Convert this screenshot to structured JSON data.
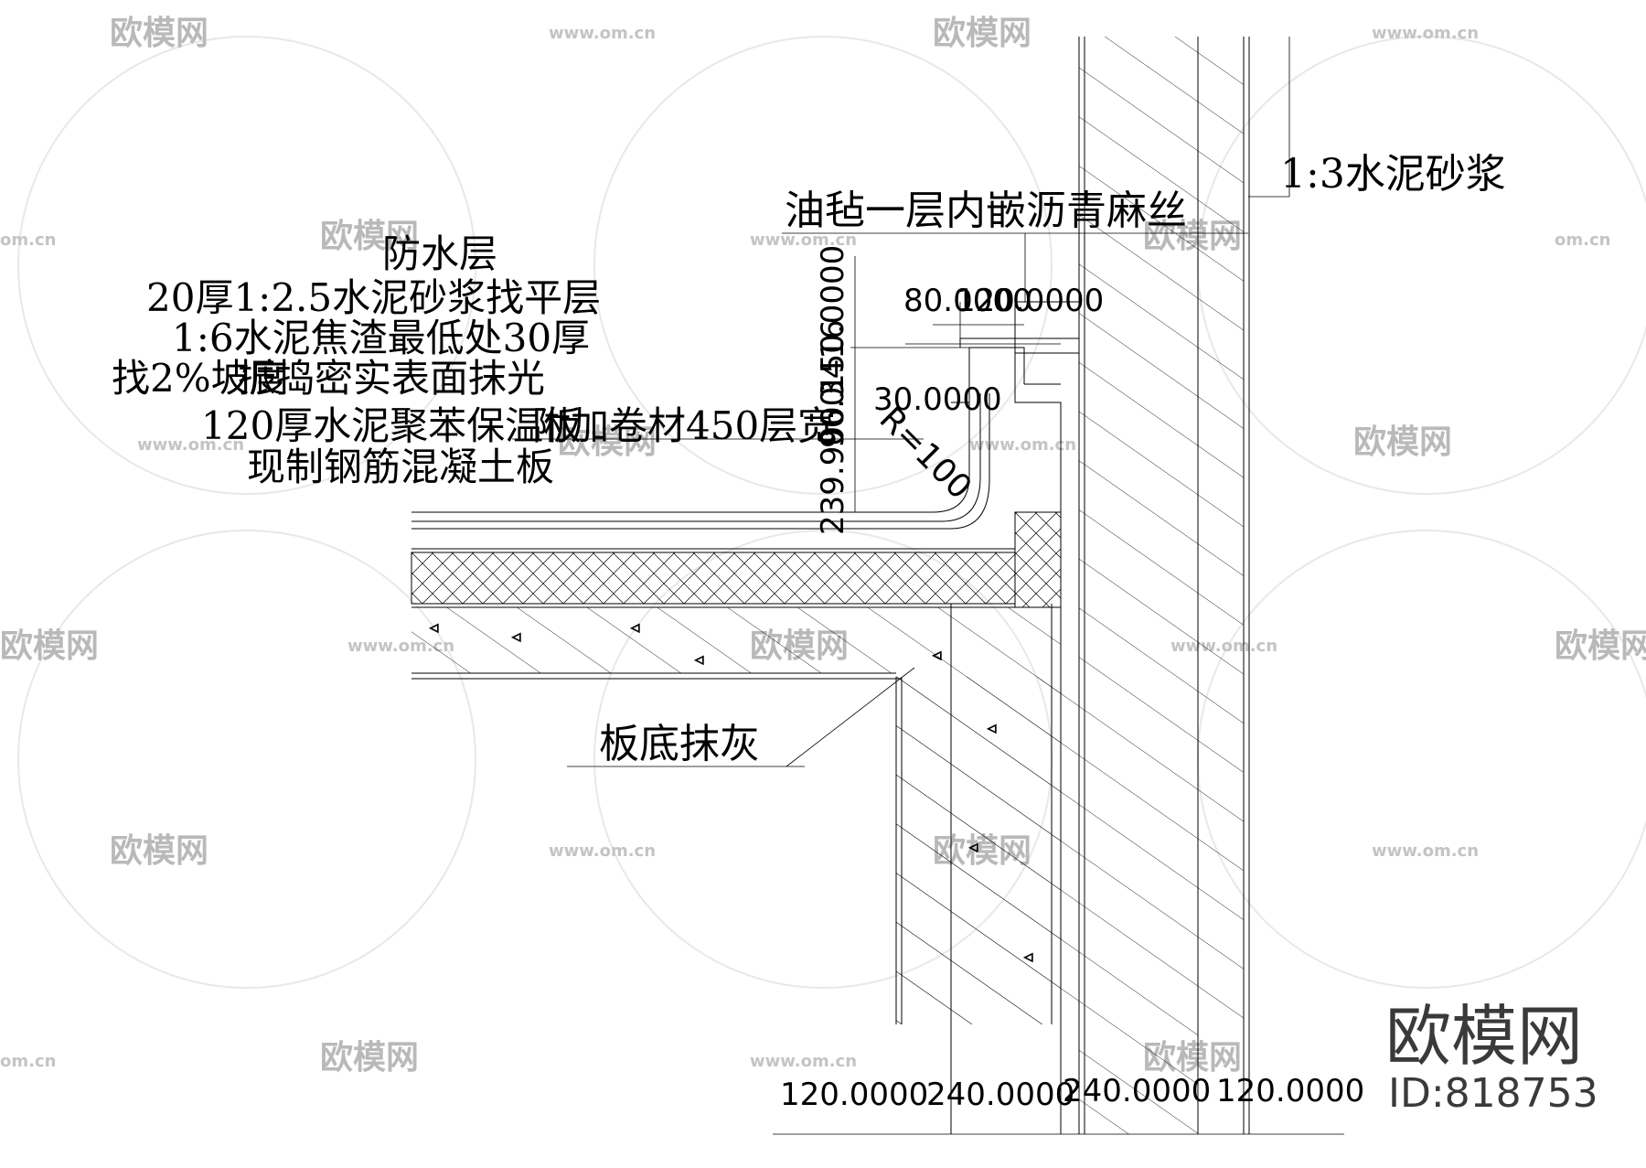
{
  "labels": {
    "mortar_13": "1:3水泥砂浆",
    "felt_layer": "油毡一层内嵌沥青麻丝",
    "waterproof": "防水层",
    "leveling": "20厚1:2.5水泥砂浆找平层",
    "cinder": "1:6水泥焦渣最低处30厚",
    "slope": "找2%坡度",
    "vibrate": "振捣密实表面抹光",
    "insulation": "120厚水泥聚苯保温板",
    "upturn": "附加卷材450层宽",
    "concrete": "现制钢筋混凝土板",
    "plaster": "板底抹灰",
    "radius": "R=100"
  },
  "dimensions": {
    "top_pair_a": "80.0000",
    "top_pair_b": "120.0000",
    "mid": "30.0000",
    "vertical_a": "239.9000",
    "vertical_b": "96.3416",
    "vertical_c": "150.0000",
    "bottom": [
      "120.0000",
      "240.0000",
      "240.0000",
      "120.0000"
    ]
  },
  "watermark": {
    "brand": "欧模网",
    "url": "www.om.cn",
    "url_short": "om.cn",
    "id": "ID:818753"
  },
  "colors": {
    "line": "#000000",
    "watermark": "#b9b9b9",
    "background": "#ffffff"
  }
}
